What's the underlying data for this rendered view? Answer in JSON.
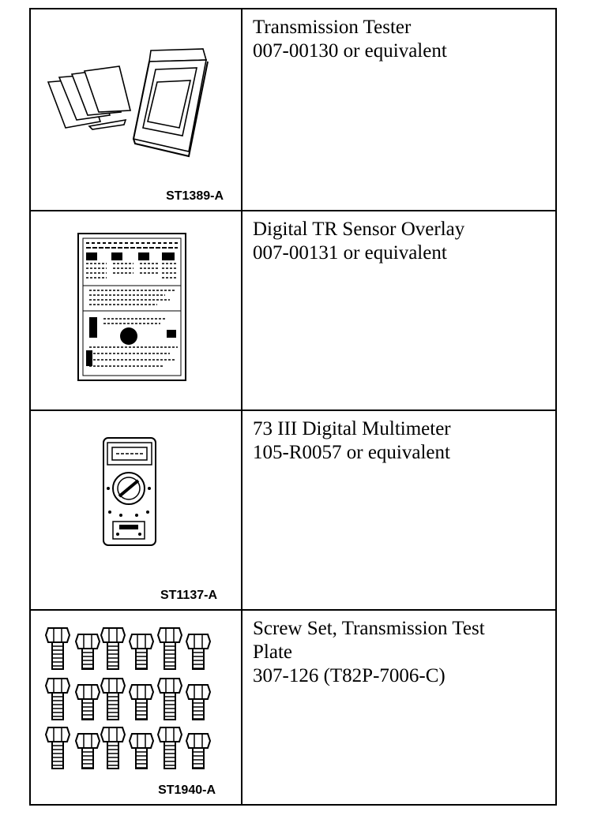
{
  "rows": [
    {
      "name": "transmission-tester",
      "illustration_code": "ST1389-A",
      "lines": [
        "Transmission Tester",
        "007-00130 or equivalent"
      ]
    },
    {
      "name": "digital-tr-sensor-overlay",
      "illustration_code": "",
      "lines": [
        "Digital TR Sensor Overlay",
        "007-00131 or equivalent"
      ]
    },
    {
      "name": "digital-multimeter",
      "illustration_code": "ST1137-A",
      "lines": [
        "73 III Digital Multimeter",
        "105-R0057 or equivalent"
      ]
    },
    {
      "name": "screw-set",
      "illustration_code": "ST1940-A",
      "lines": [
        "Screw Set, Transmission Test",
        "Plate",
        "307-126 (T82P-7006-C)"
      ]
    }
  ]
}
